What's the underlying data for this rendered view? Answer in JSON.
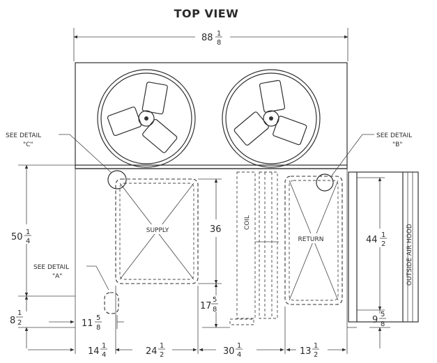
{
  "title": "TOP VIEW",
  "callouts": {
    "c_line1": "SEE DETAIL",
    "c_line2": "\"C\"",
    "b_line1": "SEE DETAIL",
    "b_line2": "\"B\"",
    "a_line1": "SEE DETAIL",
    "a_line2": "\"A\""
  },
  "labels": {
    "supply": "SUPPLY",
    "return": "RETURN",
    "coil": "COIL",
    "outside_air_hood": "OUTSIDE AIR HOOD"
  },
  "dimensions": {
    "overall_width": {
      "whole": "88",
      "num": "1",
      "den": "8"
    },
    "left_height": {
      "whole": "50",
      "num": "1",
      "den": "4"
    },
    "supply_height": {
      "whole": "36",
      "num": "",
      "den": ""
    },
    "bottom_offset": {
      "whole": "17",
      "num": "5",
      "den": "8"
    },
    "hood_height": {
      "whole": "44",
      "num": "1",
      "den": "2"
    },
    "hood_bottom": {
      "whole": "9",
      "num": "5",
      "den": "8"
    },
    "left_low": {
      "whole": "8",
      "num": "1",
      "den": "2"
    },
    "detail_a": {
      "whole": "11",
      "num": "5",
      "den": "8"
    },
    "bottom_1": {
      "whole": "14",
      "num": "1",
      "den": "4"
    },
    "bottom_2": {
      "whole": "24",
      "num": "1",
      "den": "2"
    },
    "bottom_3": {
      "whole": "30",
      "num": "1",
      "den": "4"
    },
    "bottom_4": {
      "whole": "13",
      "num": "1",
      "den": "2"
    }
  }
}
